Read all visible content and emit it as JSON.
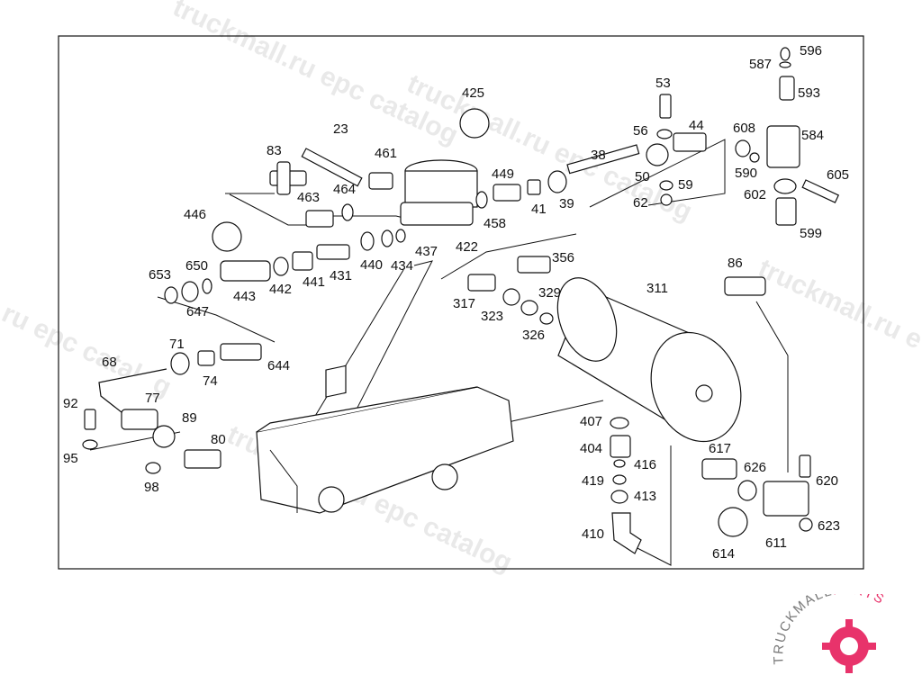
{
  "diagram": {
    "labels": [
      "425",
      "23",
      "461",
      "83",
      "464",
      "463",
      "446",
      "449",
      "458",
      "41",
      "39",
      "38",
      "56",
      "44",
      "53",
      "50",
      "59",
      "62",
      "587",
      "596",
      "593",
      "608",
      "584",
      "590",
      "605",
      "602",
      "599",
      "422",
      "437",
      "434",
      "440",
      "431",
      "441",
      "442",
      "443",
      "650",
      "653",
      "647",
      "71",
      "74",
      "644",
      "68",
      "77",
      "92",
      "89",
      "80",
      "95",
      "98",
      "356",
      "317",
      "329",
      "323",
      "326",
      "311",
      "86",
      "407",
      "404",
      "416",
      "419",
      "413",
      "410",
      "617",
      "626",
      "620",
      "614",
      "611",
      "623"
    ],
    "watermark_text": [
      "truckmall.ru epc catalog",
      "truckmall.ru epc catalog",
      "ru epc catalog",
      "truckmall.ru epc catalog",
      "truckmall.ru e"
    ]
  },
  "brand": {
    "name_prefix": "TRUCKMALL",
    "name_suffix": "PARTS",
    "accent_color": "#e8336b",
    "icon": "gear-piston-icon"
  }
}
